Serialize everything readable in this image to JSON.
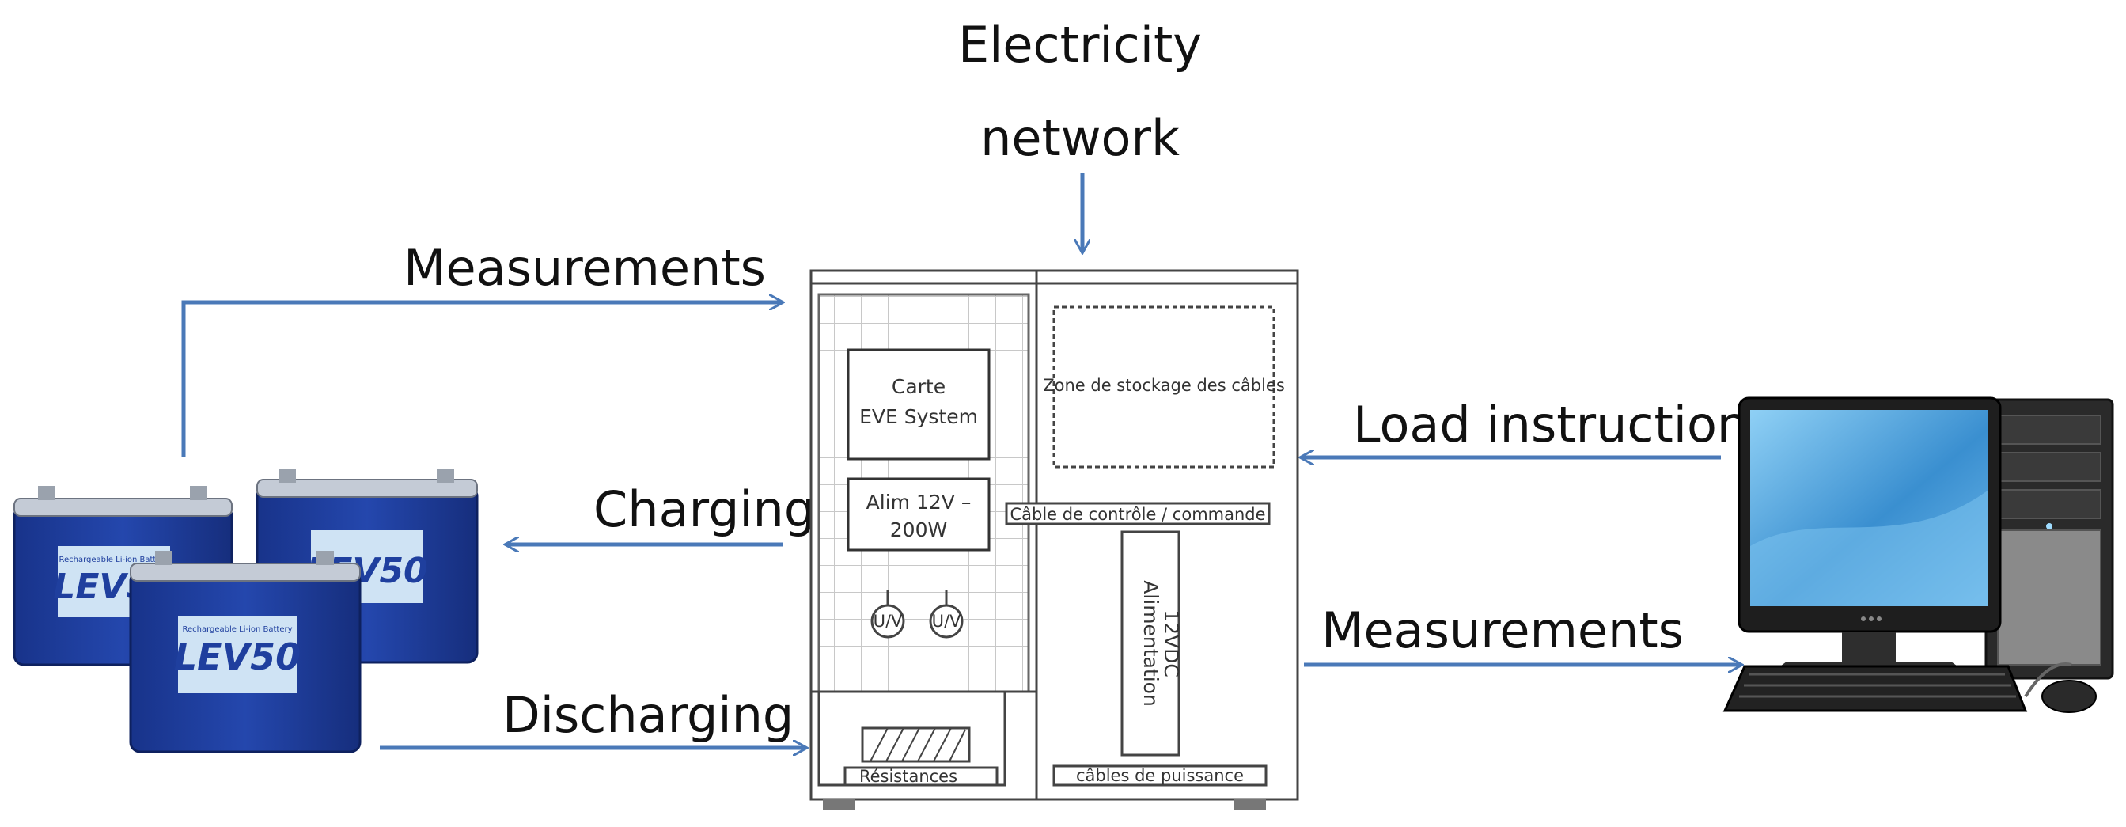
{
  "labels": {
    "network_line1": "Electricity",
    "network_line2": "network",
    "measurements_left": "Measurements",
    "charging": "Charging",
    "discharging": "Discharging",
    "load_instruction": "Load instruction",
    "measurements_right": "Measurements"
  },
  "cabinet": {
    "board_line1": "Carte",
    "board_line2": "EVE System",
    "psu_line1": "Alim 12V –",
    "psu_line2": "200W",
    "storage_zone": "Zone de stockage des câbles",
    "control_cable": "Câble de contrôle / commande",
    "power_supply_line1": "Alimentation",
    "power_supply_line2": "12VDC",
    "resistors": "Résistances",
    "power_cables": "câbles de puissance",
    "meter_label": "U/V"
  },
  "batteries": {
    "brand": "LEV50",
    "small_print": "Rechargeable Li-ion Battery"
  },
  "colors": {
    "arrow": "#4a79b8",
    "battery_body": "#1f3f9e",
    "battery_label": "#cfe3f4",
    "monitor_screen": "#4aa0dc",
    "tower": "#2a2a2a"
  }
}
